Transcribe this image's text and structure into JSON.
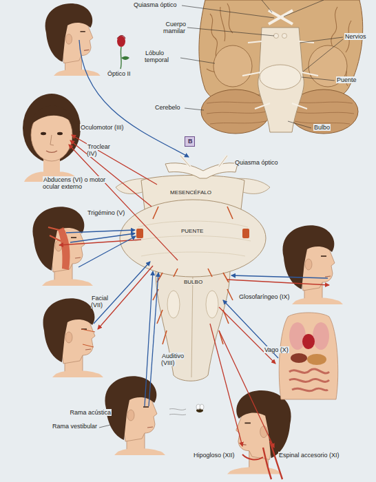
{
  "diagram": {
    "nodes": [
      {
        "text": [
          "B"
        ]
      }
    ],
    "labels": [
      "Quiasma óptico",
      "Cuerpo mamilar",
      "Lóbulo temporal",
      "Nervios",
      "Puente",
      "Cerebelo",
      "Bulbo",
      "Óptico II",
      "Oculomotor (III)",
      "Troclear (IV)",
      "Abducens (VI) o motor ocular externo",
      "Quiasma óptico",
      "MESENCÉFALO",
      "PUENTE",
      "BULBO",
      "Trigémino (V)",
      "Glosofaríngeo (IX)",
      "Facial (VII)",
      "Auditivo (VIII)",
      "Vago (X)",
      "Rama acústica",
      "Rama vestibular",
      "Hipogloso (XII)",
      "Espinal accesorio (XI)"
    ]
  }
}
